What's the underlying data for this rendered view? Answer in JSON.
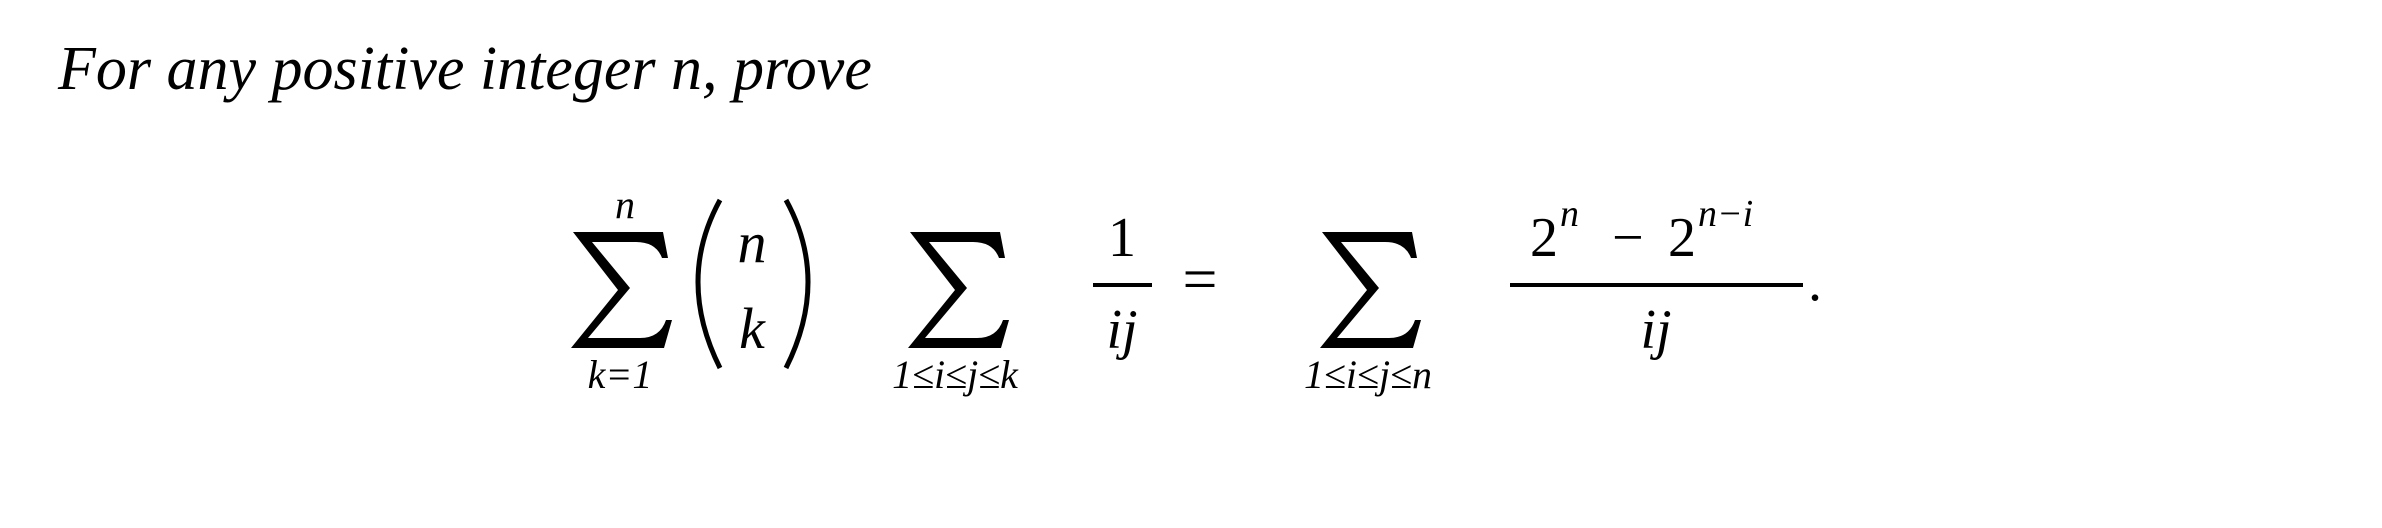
{
  "intro": {
    "lead": "For any positive integer ",
    "variable": "n",
    "tail": ", prove"
  },
  "lhs": {
    "outer_sum_upper": "n",
    "outer_sum_lower": "k=1",
    "binom_top": "n",
    "binom_bottom": "k",
    "inner_sum_lower": "1≤i≤j≤k",
    "frac_num": "1",
    "frac_den": "ij"
  },
  "equals": "=",
  "rhs": {
    "sum_lower": "1≤i≤j≤n",
    "num_base1": "2",
    "num_exp1": "n",
    "minus": "−",
    "num_base2": "2",
    "num_exp2": "n−i",
    "frac_den": "ij",
    "period": "."
  }
}
